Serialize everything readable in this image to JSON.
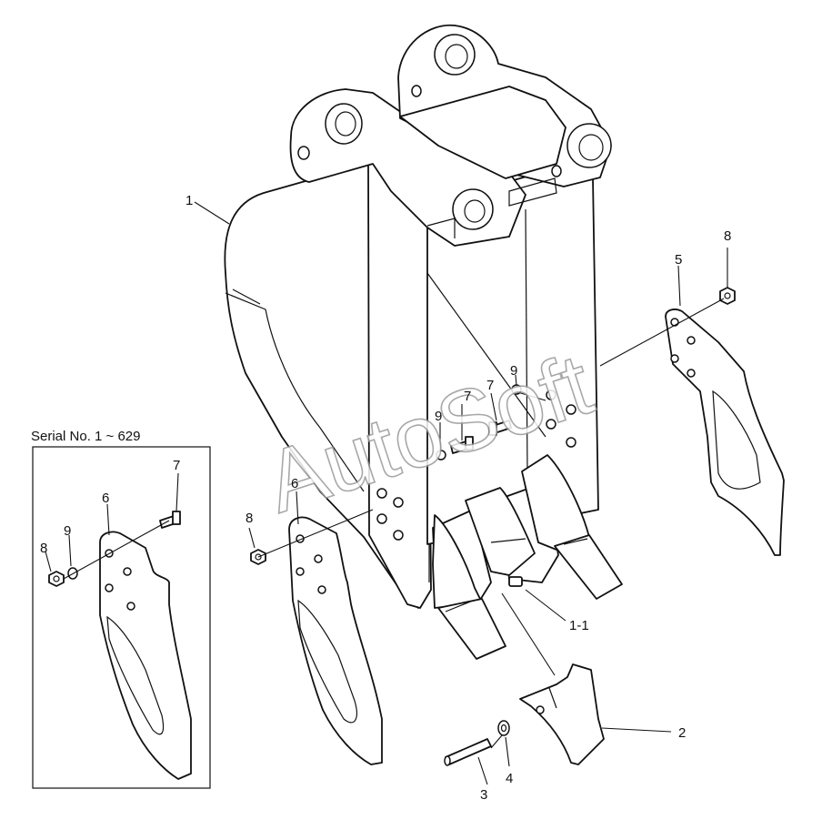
{
  "watermark": "AutoSoft",
  "inset": {
    "serial_label": "Serial No. 1 ~ 629"
  },
  "callouts": {
    "c1": "1",
    "c1_1": "1-1",
    "c2": "2",
    "c3": "3",
    "c4": "4",
    "c5": "5",
    "c6": "6",
    "c7": "7",
    "c8": "8",
    "c9": "9"
  }
}
